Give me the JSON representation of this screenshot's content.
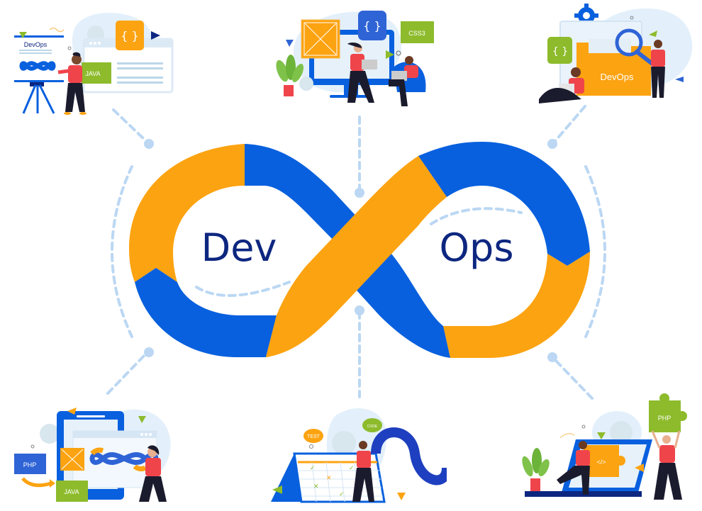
{
  "diagram": {
    "title_left": "Dev",
    "title_right": "Ops",
    "colors": {
      "blue": "#0860DE",
      "orange": "#FCA311",
      "navy_text": "#0D2680",
      "connector": "#BBD7F3",
      "blob": "#E3F0FB",
      "green": "#8DBB2C",
      "red_shirt": "#F0444B",
      "dark": "#1B1B2E"
    }
  },
  "vignettes": {
    "top_left": {
      "board_label": "DevOps",
      "tag_label": "JAVA",
      "code_icon": "{ }"
    },
    "top_center": {
      "tag_label": "CSS3",
      "code_icon": "{ }"
    },
    "top_right": {
      "folder_label": "DevOps",
      "code_icon": "{ }"
    },
    "bottom_left": {
      "tag1_label": "PHP",
      "tag2_label": "JAVA"
    },
    "bottom_center": {
      "bubble1_label": "TEST",
      "bubble2_label": "CODE"
    },
    "bottom_right": {
      "puzzle1_label": "PHP",
      "puzzle2_label": "</>"
    }
  }
}
